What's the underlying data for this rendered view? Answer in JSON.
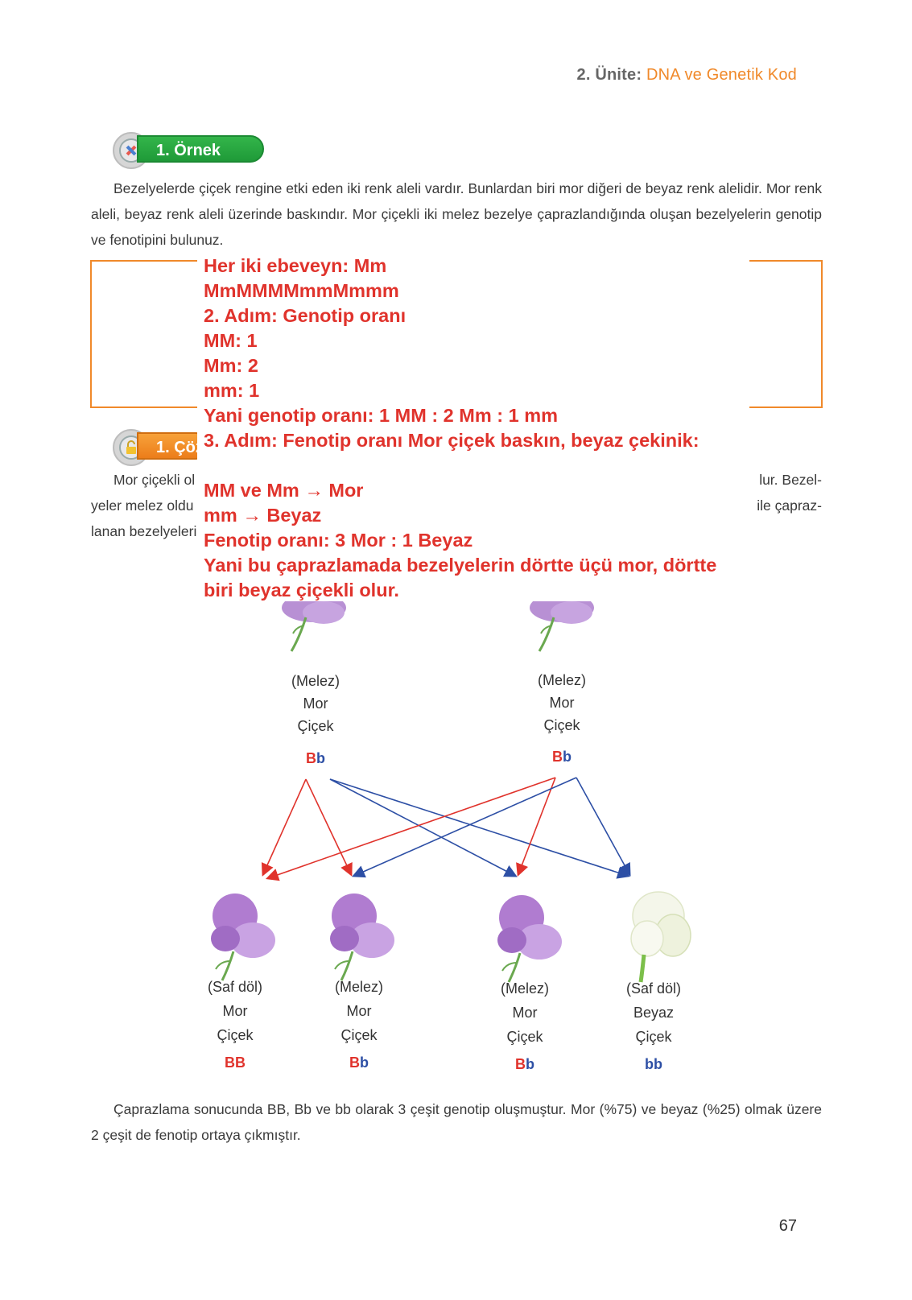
{
  "header": {
    "unit": "2. Ünite:",
    "topic": "DNA ve Genetik Kod"
  },
  "example": {
    "badge": "1. Örnek",
    "text": "Bezelyelerde çiçek rengine etki eden iki renk aleli vardır. Bunlardan biri mor diğeri de beyaz renk alelidir. Mor renk aleli, beyaz renk aleli üzerinde baskındır. Mor çiçekli iki melez bezelye çaprazlandığında oluşan bezelyelerin genotip ve fenotipini bulunuz."
  },
  "overlay": {
    "line1": "Her iki ebeveyn: Mm",
    "line2": "MmMMMMmmMmmm",
    "line3": "2. Adım: Genotip oranı",
    "line4": "MM: 1",
    "line5": "Mm: 2",
    "line6": "mm: 1",
    "line7": "Yani genotip oranı: 1 MM : 2 Mm : 1 mm",
    "line8": "3. Adım: Fenotip oranı Mor çiçek baskın, beyaz çekinik:",
    "line9": "MM ve Mm → Mor",
    "line10": "mm → Beyaz",
    "line11": "Fenotip oranı: 3 Mor : 1 Beyaz",
    "line12": "Yani bu çaprazlamada bezelyelerin dörtte üçü mor, dörtte biri beyaz çiçekli olur."
  },
  "solution": {
    "badge": "1. Çöz",
    "row1_left": "Mor çiçekli ol",
    "row1_right": "lur. Bezel-",
    "row2_left": "yeler melez oldu",
    "row2_right": "ile çapraz-",
    "row3_left": "lanan bezelyeleri"
  },
  "parents": [
    {
      "l1": "(Melez)",
      "l2": "Mor",
      "l3": "Çiçek",
      "g1": "B",
      "g2": "b"
    },
    {
      "l1": "(Melez)",
      "l2": "Mor",
      "l3": "Çiçek",
      "g1": "B",
      "g2": "b"
    }
  ],
  "offspring": [
    {
      "l1": "(Saf döl)",
      "l2": "Mor",
      "l3": "Çiçek",
      "g1": "B",
      "g2": "B"
    },
    {
      "l1": "(Melez)",
      "l2": "Mor",
      "l3": "Çiçek",
      "g1": "B",
      "g2": "b"
    },
    {
      "l1": "(Melez)",
      "l2": "Mor",
      "l3": "Çiçek",
      "g1": "B",
      "g2": "b"
    },
    {
      "l1": "(Saf döl)",
      "l2": "Beyaz",
      "l3": "Çiçek",
      "g1": "b",
      "g2": "b"
    }
  ],
  "conclusion": "Çaprazlama sonucunda BB, Bb ve bb olarak 3 çeşit genotip oluşmuştur. Mor (%75) ve beyaz (%25) olmak üzere 2 çeşit de fenotip ortaya çıkmıştır.",
  "page_number": "67",
  "colors": {
    "accent_orange": "#f0892a",
    "green": "#27a33e",
    "red": "#e0332c",
    "blue": "#2d4fa5",
    "purple_flower": "#b58ad0"
  }
}
